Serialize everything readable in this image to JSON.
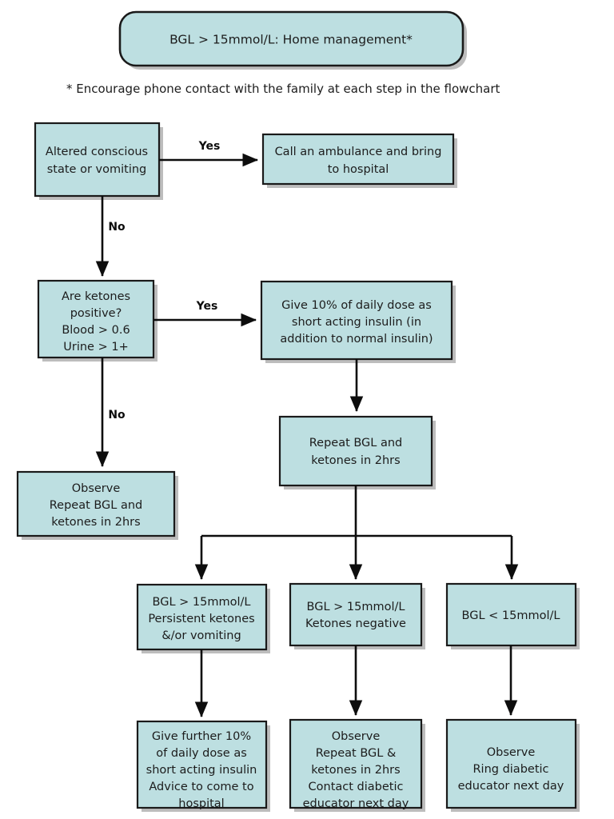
{
  "diagram": {
    "title": "BGL > 15mmol/L: Home management*",
    "footnote": "* Encourage phone contact with the family at each step in the flowchart",
    "colors": {
      "node_fill": "#bddfe1",
      "node_stroke": "#1a1a1a",
      "edge": "#0d0d0d",
      "text": "#1c1c1c",
      "background": "#ffffff"
    },
    "nodes": {
      "header": {
        "text": "BGL > 15mmol/L: Home management*",
        "shape": "rounded-rectangle"
      },
      "altered_conscious": {
        "line1": "Altered conscious",
        "line2": "state or vomiting",
        "shape": "rectangle"
      },
      "call_ambulance": {
        "line1": "Call an ambulance and bring",
        "line2": "to hospital",
        "shape": "rectangle"
      },
      "are_ketones_positive": {
        "line1": "Are ketones",
        "line2": "positive?",
        "line3": "Blood > 0.6",
        "line4": "Urine > 1+",
        "shape": "rectangle"
      },
      "give_10_percent": {
        "line1": "Give 10% of daily dose as",
        "line2": "short acting insulin (in",
        "line3": "addition to normal insulin)",
        "shape": "rectangle"
      },
      "observe_repeat_left": {
        "line1": "Observe",
        "line2": "Repeat BGL and",
        "line3": "ketones in 2hrs",
        "shape": "rectangle"
      },
      "repeat_bgl_ketones": {
        "line1": "Repeat BGL and",
        "line2": "ketones in 2hrs",
        "shape": "rectangle"
      },
      "branch_persistent_ketones": {
        "line1": "BGL > 15mmol/L",
        "line2": "Persistent ketones",
        "line3": "&/or vomiting",
        "shape": "rectangle"
      },
      "branch_ketones_negative": {
        "line1": "BGL > 15mmol/L",
        "line2": "Ketones negative",
        "shape": "rectangle"
      },
      "branch_bgl_low": {
        "line1": "BGL < 15mmol/L",
        "shape": "rectangle"
      },
      "give_further_10_percent": {
        "line1": "Give further 10%",
        "line2": "of daily dose as",
        "line3": "short acting insulin",
        "line4": "Advice to come to",
        "line5": "hospital",
        "shape": "rectangle"
      },
      "observe_contact_educator": {
        "line1": "Observe",
        "line2": "Repeat BGL &",
        "line3": "ketones in 2hrs",
        "line4": "Contact diabetic",
        "line5": "educator next day",
        "shape": "rectangle"
      },
      "observe_ring_educator": {
        "line1": "Observe",
        "line2": "Ring diabetic",
        "line3": "educator next day",
        "shape": "rectangle"
      }
    },
    "edge_labels": {
      "yes_top": "Yes",
      "no_top": "No",
      "yes_middle": "Yes",
      "no_middle": "No"
    }
  }
}
